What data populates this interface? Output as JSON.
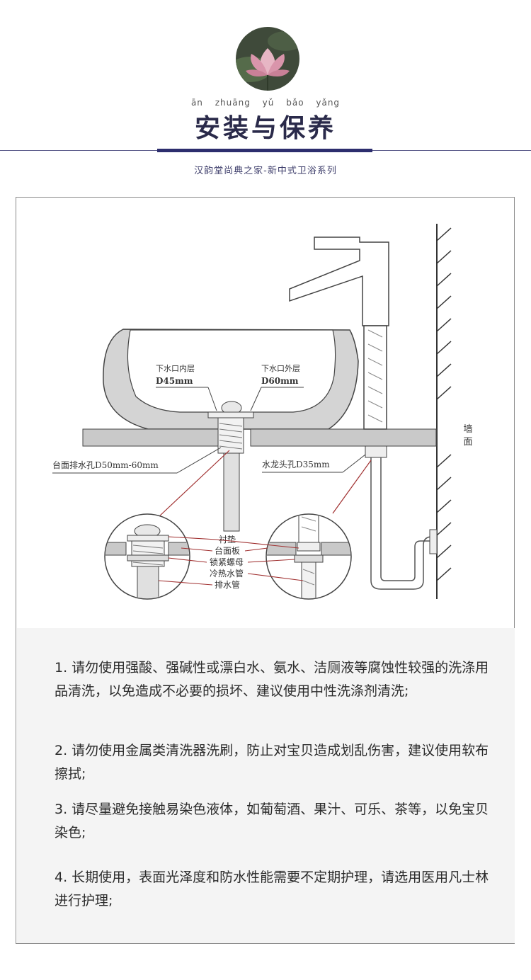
{
  "header": {
    "logo_icon": "lotus-painting-icon",
    "pinyin": [
      "ān",
      "zhuāng",
      "yǔ",
      "bǎo",
      "yǎng"
    ],
    "title": "安装与保养",
    "subtitle": "汉韵堂尚典之家-新中式卫浴系列"
  },
  "diagram": {
    "labels": {
      "inner_drain": "下水口内层",
      "inner_drain_size": "D45mm",
      "outer_drain": "下水口外层",
      "outer_drain_size": "D60mm",
      "counter_hole": "台面排水孔D50mm-60mm",
      "faucet_hole": "水龙头孔D35mm",
      "wall": "墙面",
      "gasket": "衬垫",
      "counter_board": "台面板",
      "lock_nut": "锁紧螺母",
      "water_pipe": "冷热水管",
      "drain_pipe": "排水管"
    }
  },
  "notes": [
    "1. 请勿使用强酸、强碱性或漂白水、氨水、洁厕液等腐蚀性较强的洗涤用品清洗，以免造成不必要的损坏、建议使用中性洗涤剂清洗;",
    "2. 请勿使用金属类清洗器洗刷，防止对宝贝造成划乱伤害，建议使用软布擦拭;",
    "3. 请尽量避免接触易染色液体，如葡萄酒、果汁、可乐、茶等，以免宝贝染色;",
    "4. 长期使用，表面光泽度和防水性能需要不定期护理，请选用医用凡士林进行护理;"
  ],
  "colors": {
    "title": "#2a2a4a",
    "accent_bar": "#2d2e6e",
    "pointer_lines": "#a03030"
  }
}
